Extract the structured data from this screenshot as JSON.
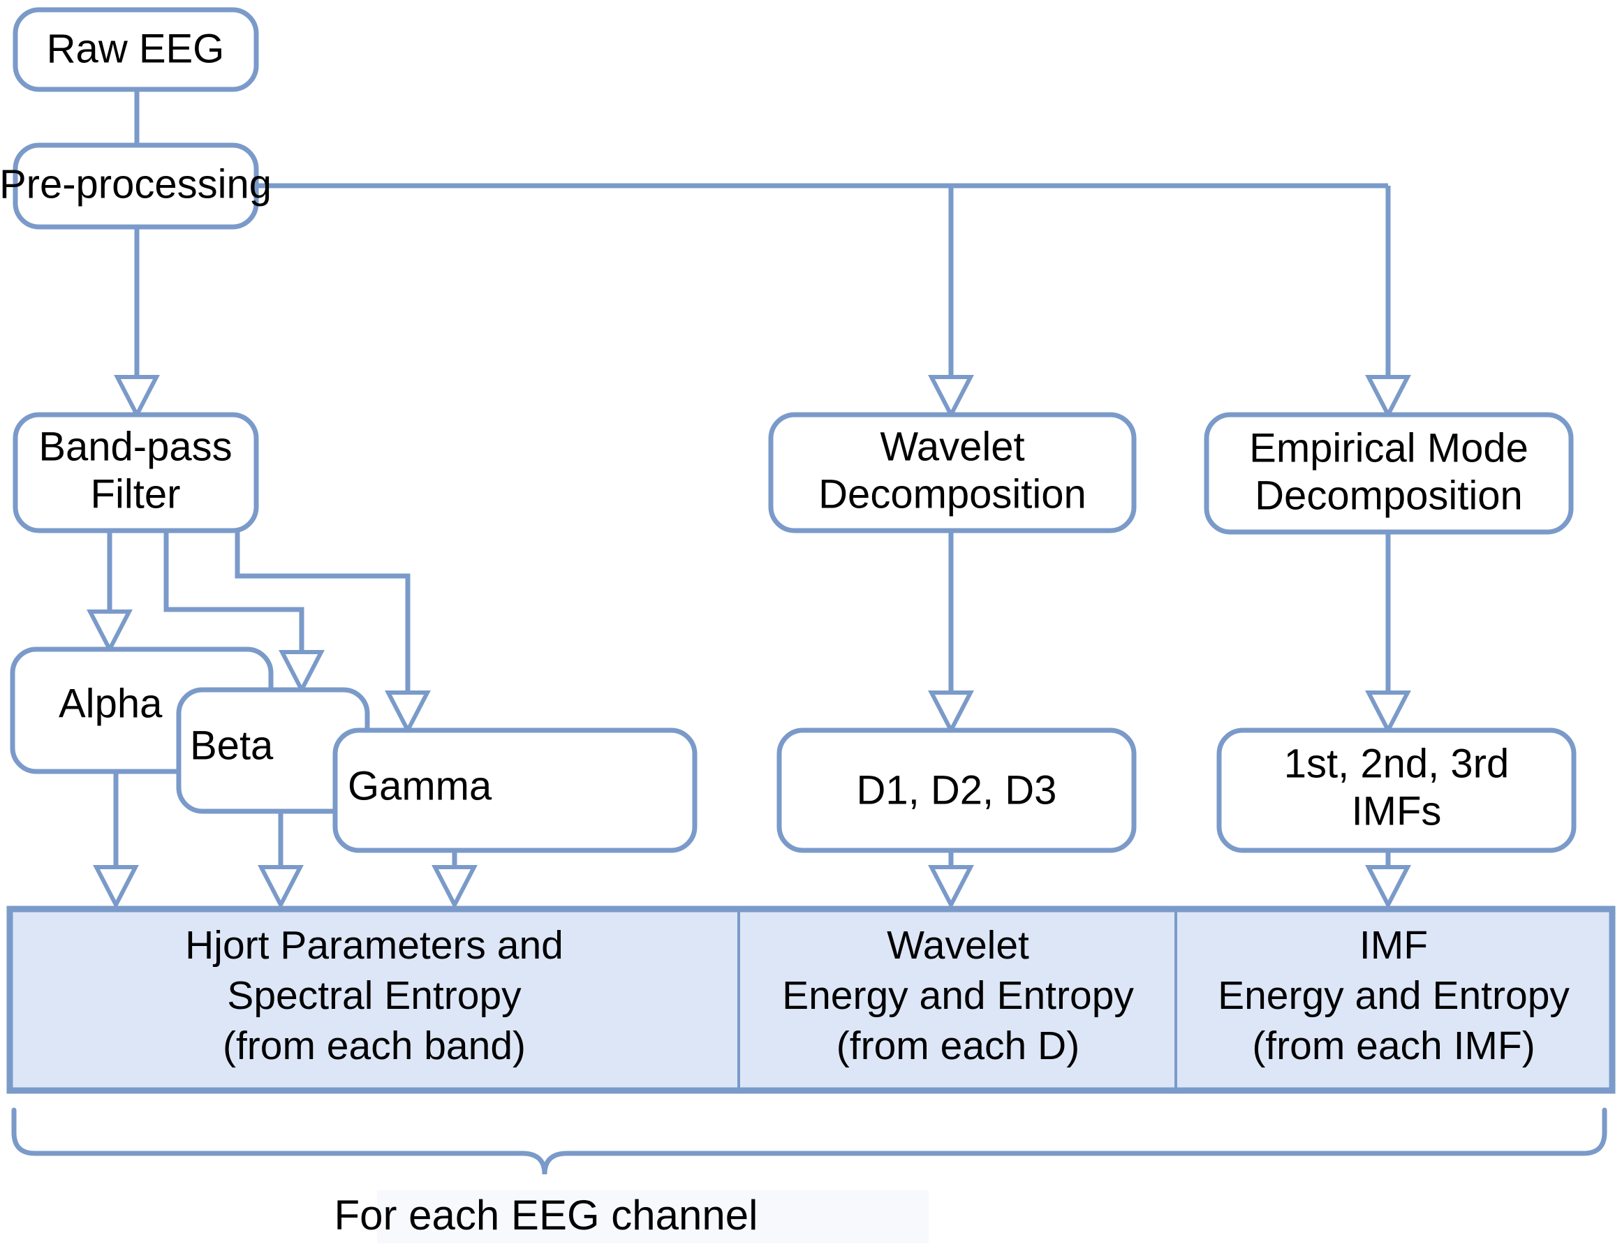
{
  "diagram": {
    "title_caption": "For each EEG channel",
    "colors": {
      "stroke": "#7a9ac9",
      "node_fill": "#ffffff",
      "feature_fill": "#dce6f7",
      "text": "#000000"
    },
    "nodes": {
      "raw_eeg": "Raw EEG",
      "preprocessing": "Pre-processing",
      "bandpass_line1": "Band-pass",
      "bandpass_line2": "Filter",
      "wavelet_line1": "Wavelet",
      "wavelet_line2": "Decomposition",
      "emd_line1": "Empirical Mode",
      "emd_line2": "Decomposition",
      "alpha": "Alpha",
      "beta": "Beta",
      "gamma": "Gamma",
      "details": "D1, D2, D3",
      "imfs_line1": "1st, 2nd, 3rd",
      "imfs_line2": "IMFs"
    },
    "features": [
      {
        "id": "hjorth-spectral",
        "line1": "Hjort Parameters and",
        "line2": "Spectral Entropy",
        "line3": "(from each band)"
      },
      {
        "id": "wavelet-energy-entropy",
        "line1": "Wavelet",
        "line2": "Energy and Entropy",
        "line3": "(from each D)"
      },
      {
        "id": "imf-energy-entropy",
        "line1": "IMF",
        "line2": "Energy and Entropy",
        "line3": "(from each IMF)"
      }
    ]
  }
}
